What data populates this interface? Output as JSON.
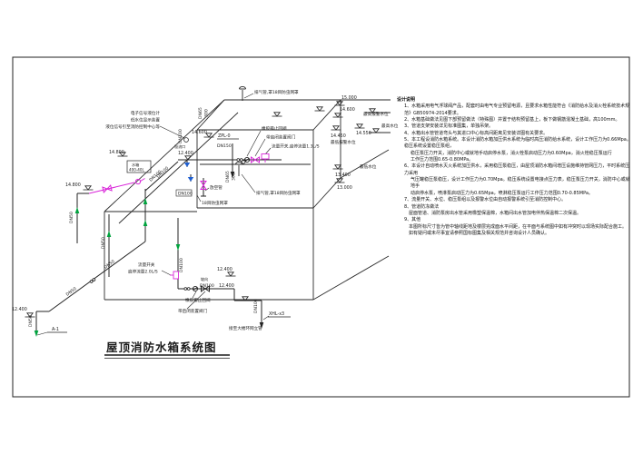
{
  "title": "屋顶消防水箱系统图",
  "colors": {
    "line": "#1c1c1c",
    "magenta": "#d926d9",
    "green": "#00a33e",
    "blue": "#1f5fd0"
  },
  "labels": {
    "elev_14800_a": "14.800",
    "elev_14800_b": "14.800",
    "elev_12400_w": "12.400",
    "elev_12400_t": "12.400",
    "elev_14600_t": "14.600",
    "elev_12400_m1": "12.400",
    "elev_12400_m2": "12.400",
    "elev_15000": "15.000",
    "elev_14600_r": "14.600",
    "elev_14550": "14.550",
    "elev_14450": "14.450",
    "elev_13400": "13.400",
    "elev_13000": "13.000",
    "wl_high_alarm": "最高报警水位",
    "wl_high": "最高水位",
    "wl_low_alarm": "最低报警水位",
    "wl_low": "最低水位",
    "riser_zpl": "ZPL-0",
    "riser_xhl": "XHL-x3",
    "riser_a1": "A-1",
    "dn150": "DN150",
    "dn100_1": "DN100",
    "dn100_2": "DN100",
    "dn100_3": "DN100",
    "dn100_4": "DN100",
    "dn100_5": "DN100",
    "dn100_6": "DN100",
    "dn65_1": "DN65",
    "dn65_2": "DN65",
    "h300_1": "300",
    "h300_2": "300",
    "dn50_1": "DN50",
    "dn50_2": "DN50",
    "dn50_3": "DN50",
    "dn50_4": "DN50",
    "dn50_5": "DN50",
    "gauge_l1": "电子信号液位计",
    "gauge_l2": "低水位显示装置",
    "gauge_l3": "液位信号引至消防控制中心等",
    "overflow_port": "溢流口",
    "tank_small_1": "水箱",
    "tank_small_2": "400-40L",
    "vent_note_1": "排气管,罩18目防虫网罩",
    "vent_note_2": "排气管,罩18目防虫网罩",
    "drain_pipe": "放空管",
    "mesh_note": "18目防虫网罩",
    "check_valve_1": "橡胶瓣止回阀",
    "valve_note_1": "带启闭装置阀门",
    "flow_switch_13": "流量开关,启停流量1.3L/S",
    "flow_switch_l1": "流量开关",
    "flow_switch_l2": "启停流量2.0L/S",
    "check_valve_2": "橡胶瓣止回阀",
    "valve_note_2": "带启闭装置阀门",
    "slope": "坡向",
    "connect_note": "接至大楼环网立管"
  },
  "notes": {
    "header": "设计说明",
    "lines": [
      "1、水箱采用电气浮球阀产品，配套时由电气专业预留电源，且要求水箱性能符合《消防给水及消火栓系统技术规范》GB50974-2014要求。",
      "2、水箱基础做法见图下部预留做法（特殊图）并置于结构预留基上，板下做钢筋混凝土基础，高100mm。",
      "3、管道支架安装详见标准图集，单独吊架。",
      "4、水箱出水管管道弯头与其进口中心标高间距离见安装详图有关要求。",
      "5、本工程设消防水箱系统。本设计消防水箱加压供水系统为临时高压消防给水系统，设计工作压力为0.66Mpa。稳压系统设置稳压泵组，",
      "稳压泵压力开关，消防中心或就地手动启停水泵，消火栓泵启动压力为0.60Mpa，消火栓稳压泵运行",
      "工作压力范围0.65-0.80MPa。",
      "6、本设计自动喷水灭火系统加压供水，采用稳压泵稳压，由屋顶消防水箱间增压设施维持管网压力，平时系统压力采用",
      "气压罐稳压泵稳压，设计工作压力为0.70Mpa。稳压系统设置电接点压力表，稳压泵压力开关，消防中心或就地手",
      "动启停水泵，喷淋泵启动压力为0.65Mpa，喷淋稳压泵运行工作压力范围0.70-0.85MPa。",
      "7、流量开关、水位、稳压泵组以及报警水位由自动报警系统引至消防控制中心。",
      "8、管道防冻做法",
      "屋面管道、消防泵房出水管采用橡塑保温棉，水箱间出水管加电伴热保温棉二次保温。",
      "9、其他",
      "本图所标尺寸皆为管中轴线距地及楼层完成面水平间距，在平面与系统图中如有冲突时以现场实际配合施工。",
      "如有疑问或未尽事宜请参照国标图集及相关规范并咨询设计人员确认。"
    ]
  }
}
